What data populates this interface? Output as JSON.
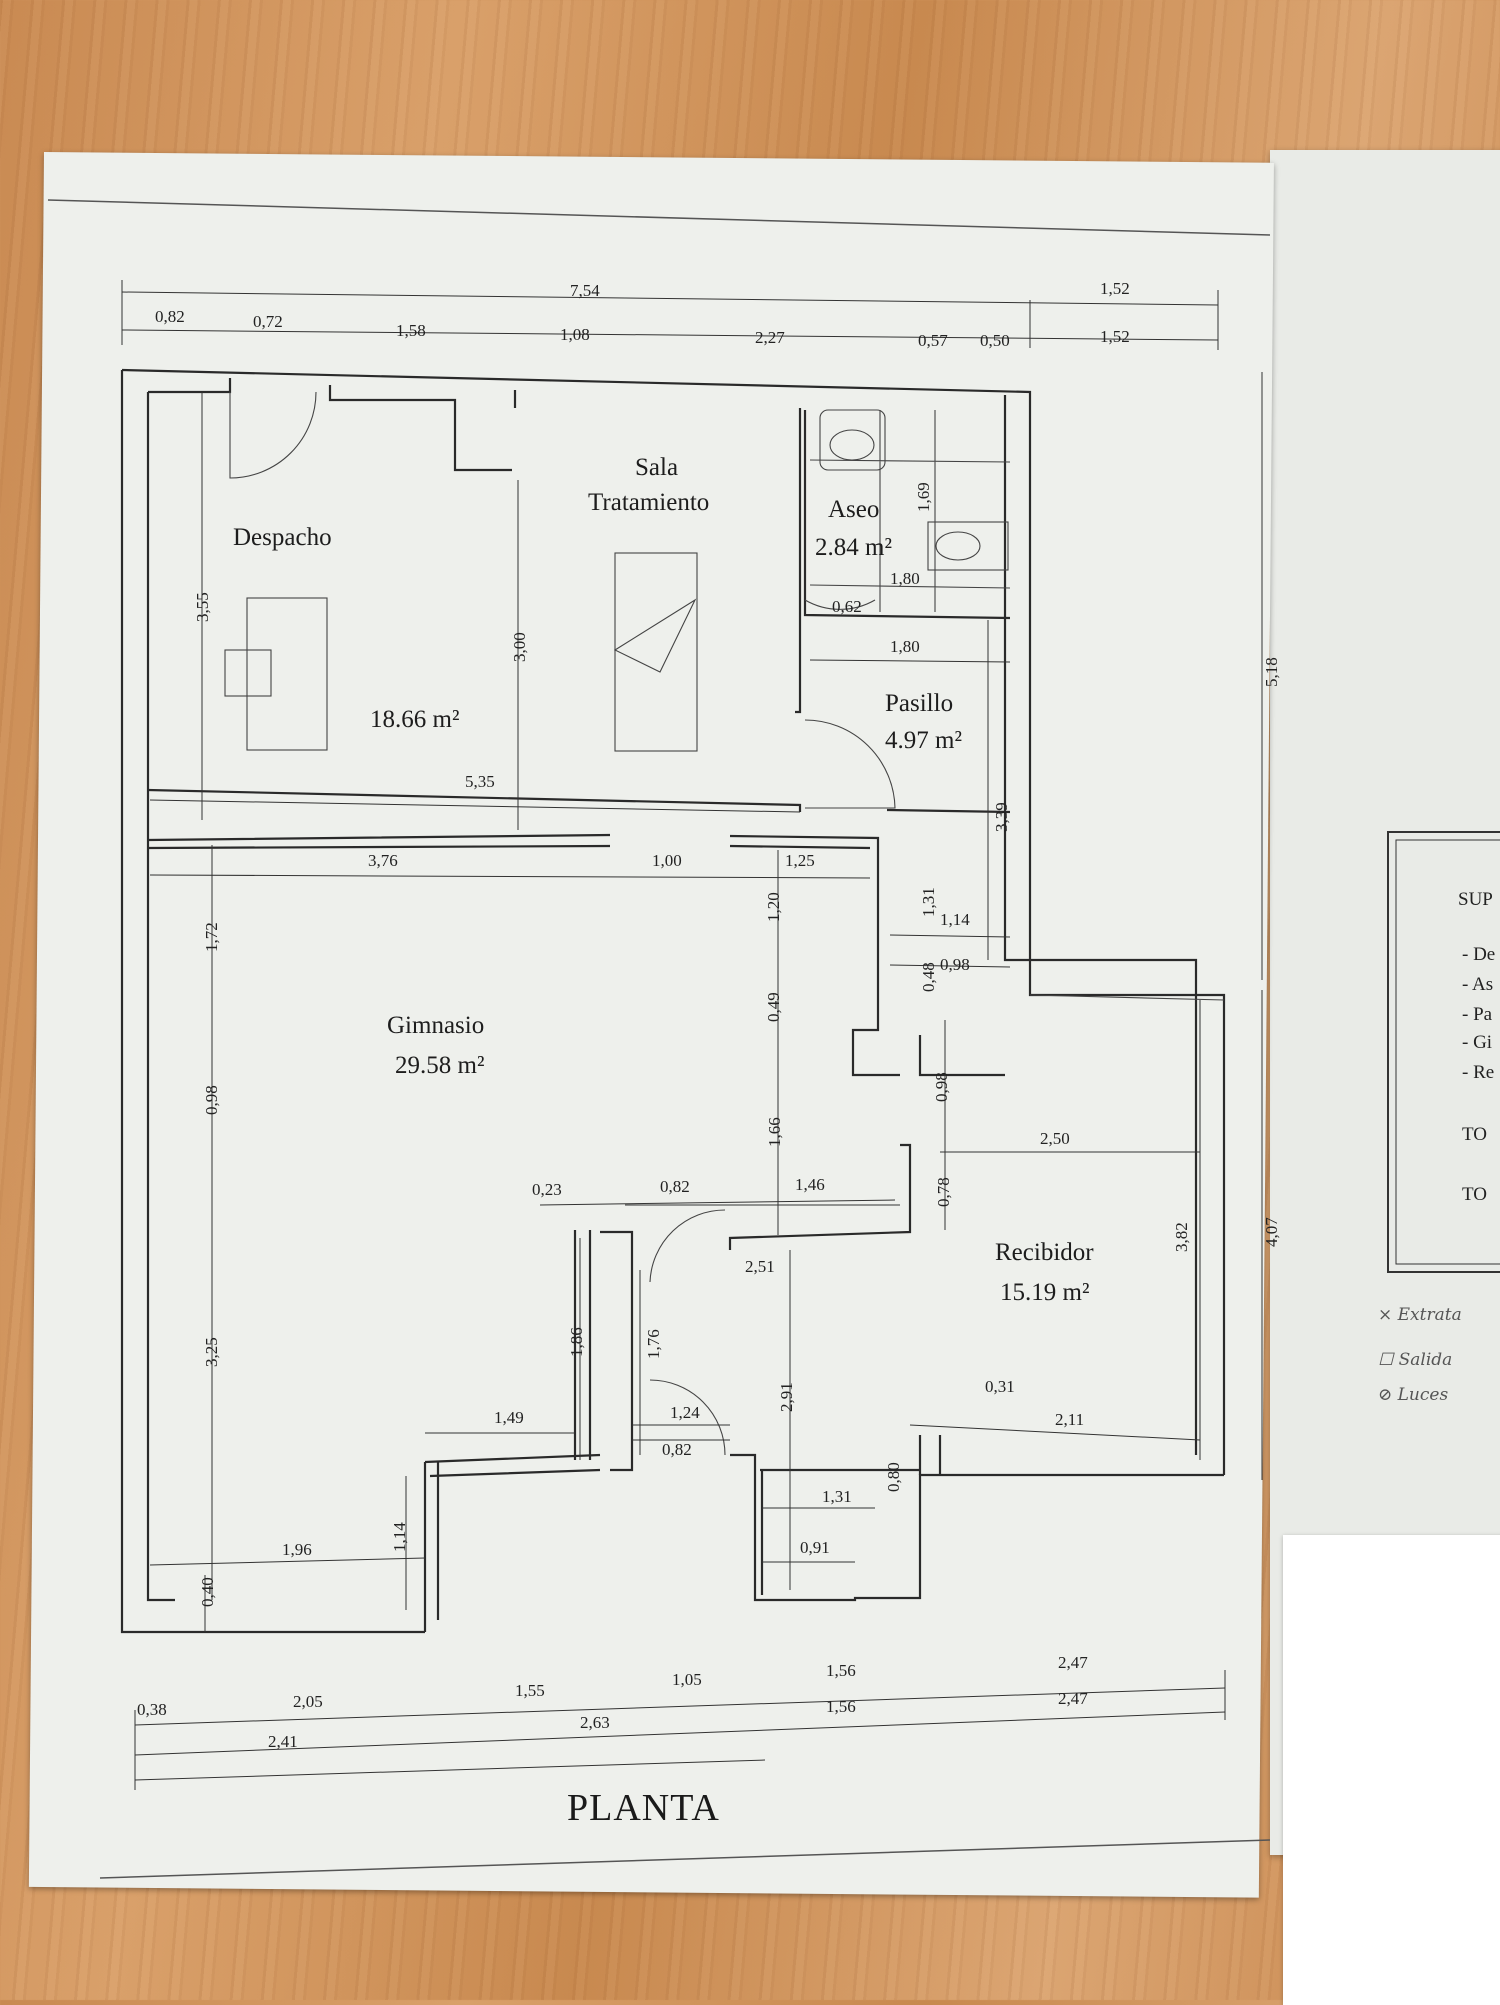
{
  "plan": {
    "title": "PLANTA",
    "rooms": [
      {
        "name": "Despacho",
        "area": "18.66 m²"
      },
      {
        "name": "Sala",
        "name2": "Tratamiento"
      },
      {
        "name": "Aseo",
        "area": "2.84 m²"
      },
      {
        "name": "Pasillo",
        "area": "4.97 m²"
      },
      {
        "name": "Gimnasio",
        "area": "29.58 m²"
      },
      {
        "name": "Recibidor",
        "area": "15.19 m²"
      }
    ],
    "dimensions": {
      "top_total": "7,54",
      "top_right": "1,52",
      "top": [
        "0,82",
        "0,72",
        "1,58",
        "1,08",
        "2,27",
        "0,57",
        "0,50",
        "1,52"
      ],
      "bottom_row1": [
        "1,55",
        "1,05",
        "1,56",
        "2,47"
      ],
      "bottom_row2": [
        "0,38",
        "2,05",
        "1,56",
        "2,47"
      ],
      "bottom_row3": [
        "2,41",
        "2,63"
      ],
      "right_total_top": "5,18",
      "right_total_bottom": "4,07",
      "inner": [
        "3,55",
        "3,00",
        "5,35",
        "1,69",
        "1,80",
        "0,62",
        "1,80",
        "3,39",
        "3,76",
        "1,00",
        "1,25",
        "1,20",
        "1,31",
        "1,14",
        "0,98",
        "0,49",
        "0,48",
        "1,72",
        "0,98",
        "0,98",
        "2,50",
        "1,66",
        "0,23",
        "0,82",
        "1,46",
        "0,78",
        "3,82",
        "2,51",
        "1,86",
        "1,76",
        "3,25",
        "1,49",
        "1,24",
        "0,82",
        "2,91",
        "0,31",
        "2,11",
        "1,31",
        "0,80",
        "0,91",
        "1,96",
        "1,14",
        "0,40"
      ]
    }
  },
  "side_panel": {
    "heading": "SUP",
    "items": [
      "- De",
      "- As",
      "- Pa",
      "- Gi",
      "- Re"
    ],
    "totals": [
      "TO",
      "TO"
    ],
    "handwritten": [
      "× Extrata",
      "☐ Salida",
      "⊘ Luces"
    ]
  }
}
